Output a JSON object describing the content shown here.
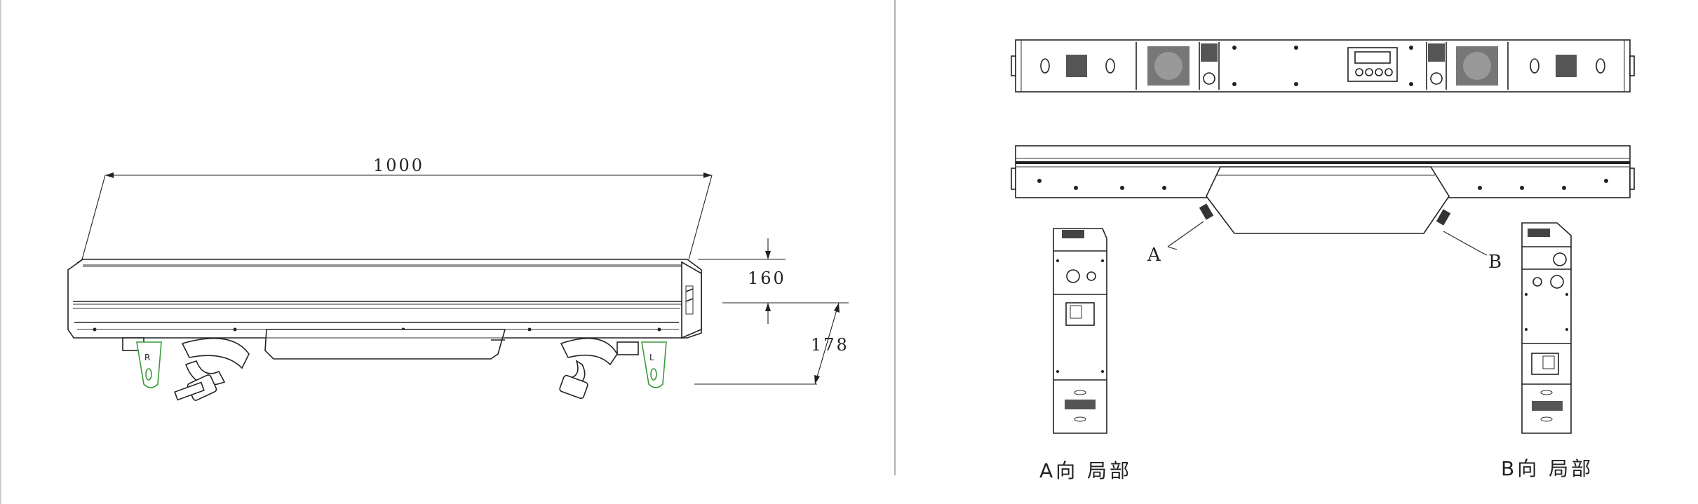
{
  "dimensions": {
    "length": "1000",
    "height": "160",
    "depth": "178"
  },
  "views": {
    "callout_a": "A",
    "callout_b": "B",
    "caption_a": "A向 局部",
    "caption_b": "B向 局部"
  },
  "colors": {
    "line": "#222222",
    "bracket_highlight": "#3a9a3a",
    "background": "#ffffff"
  }
}
